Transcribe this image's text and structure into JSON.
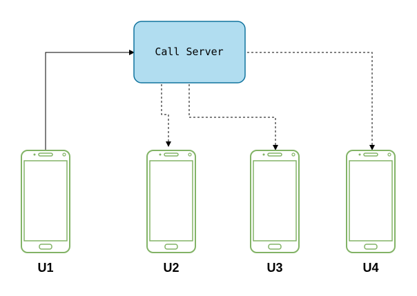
{
  "server": {
    "label": "Call Server",
    "fill": "#b1ddf0",
    "stroke": "#10739e"
  },
  "phones": [
    {
      "label": "U1"
    },
    {
      "label": "U2"
    },
    {
      "label": "U3"
    },
    {
      "label": "U4"
    }
  ],
  "phone_color": "#82b366",
  "edges": [
    {
      "from": "U1",
      "to": "Call Server",
      "style": "solid"
    },
    {
      "from": "Call Server",
      "to": "U2",
      "style": "dashed"
    },
    {
      "from": "Call Server",
      "to": "U3",
      "style": "dashed"
    },
    {
      "from": "Call Server",
      "to": "U4",
      "style": "dashed"
    }
  ]
}
